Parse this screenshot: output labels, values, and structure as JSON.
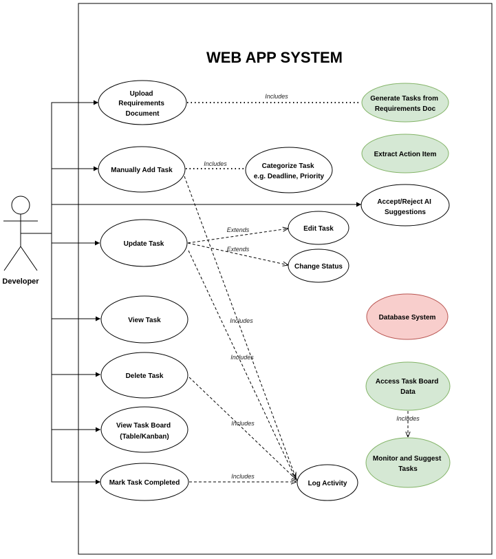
{
  "system": {
    "title": "WEB APP SYSTEM"
  },
  "actor": {
    "name": "Developer"
  },
  "use_cases": {
    "upload": {
      "line1": "Upload",
      "line2": "Requirements",
      "line3": "Document"
    },
    "manual_add": {
      "line1": "Manually Add Task"
    },
    "update": {
      "line1": "Update Task"
    },
    "view": {
      "line1": "View Task"
    },
    "delete": {
      "line1": "Delete Task"
    },
    "view_board": {
      "line1": "View Task Board",
      "line2": "(Table/Kanban)"
    },
    "mark_completed": {
      "line1": "Mark Task Completed"
    },
    "categorize": {
      "line1": "Categorize Task",
      "line2": "e.g. Deadline, Priority"
    },
    "edit": {
      "line1": "Edit Task"
    },
    "change_status": {
      "line1": "Change Status"
    },
    "log_activity": {
      "line1": "Log Activity"
    },
    "generate": {
      "line1": "Generate Tasks from",
      "line2": "Requirements Doc"
    },
    "extract": {
      "line1": "Extract Action Item"
    },
    "accept_reject": {
      "line1": "Accept/Reject AI",
      "line2": "Suggestions"
    },
    "database": {
      "line1": "Database System"
    },
    "access_board": {
      "line1": "Access Task Board",
      "line2": "Data"
    },
    "monitor": {
      "line1": "Monitor and Suggest",
      "line2": "Tasks"
    }
  },
  "relations": {
    "upload_generate": "Includes",
    "manual_categorize": "Includes",
    "update_edit": "Extends",
    "update_change": "Extends",
    "manual_log": "Includes",
    "update_log": "Includes",
    "delete_log": "Includes",
    "mark_log": "Includes",
    "access_monitor": "Includes"
  },
  "colors": {
    "green_fill": "#d5e8d4",
    "green_stroke": "#82b366",
    "red_fill": "#f8cecc",
    "red_stroke": "#b85450"
  }
}
